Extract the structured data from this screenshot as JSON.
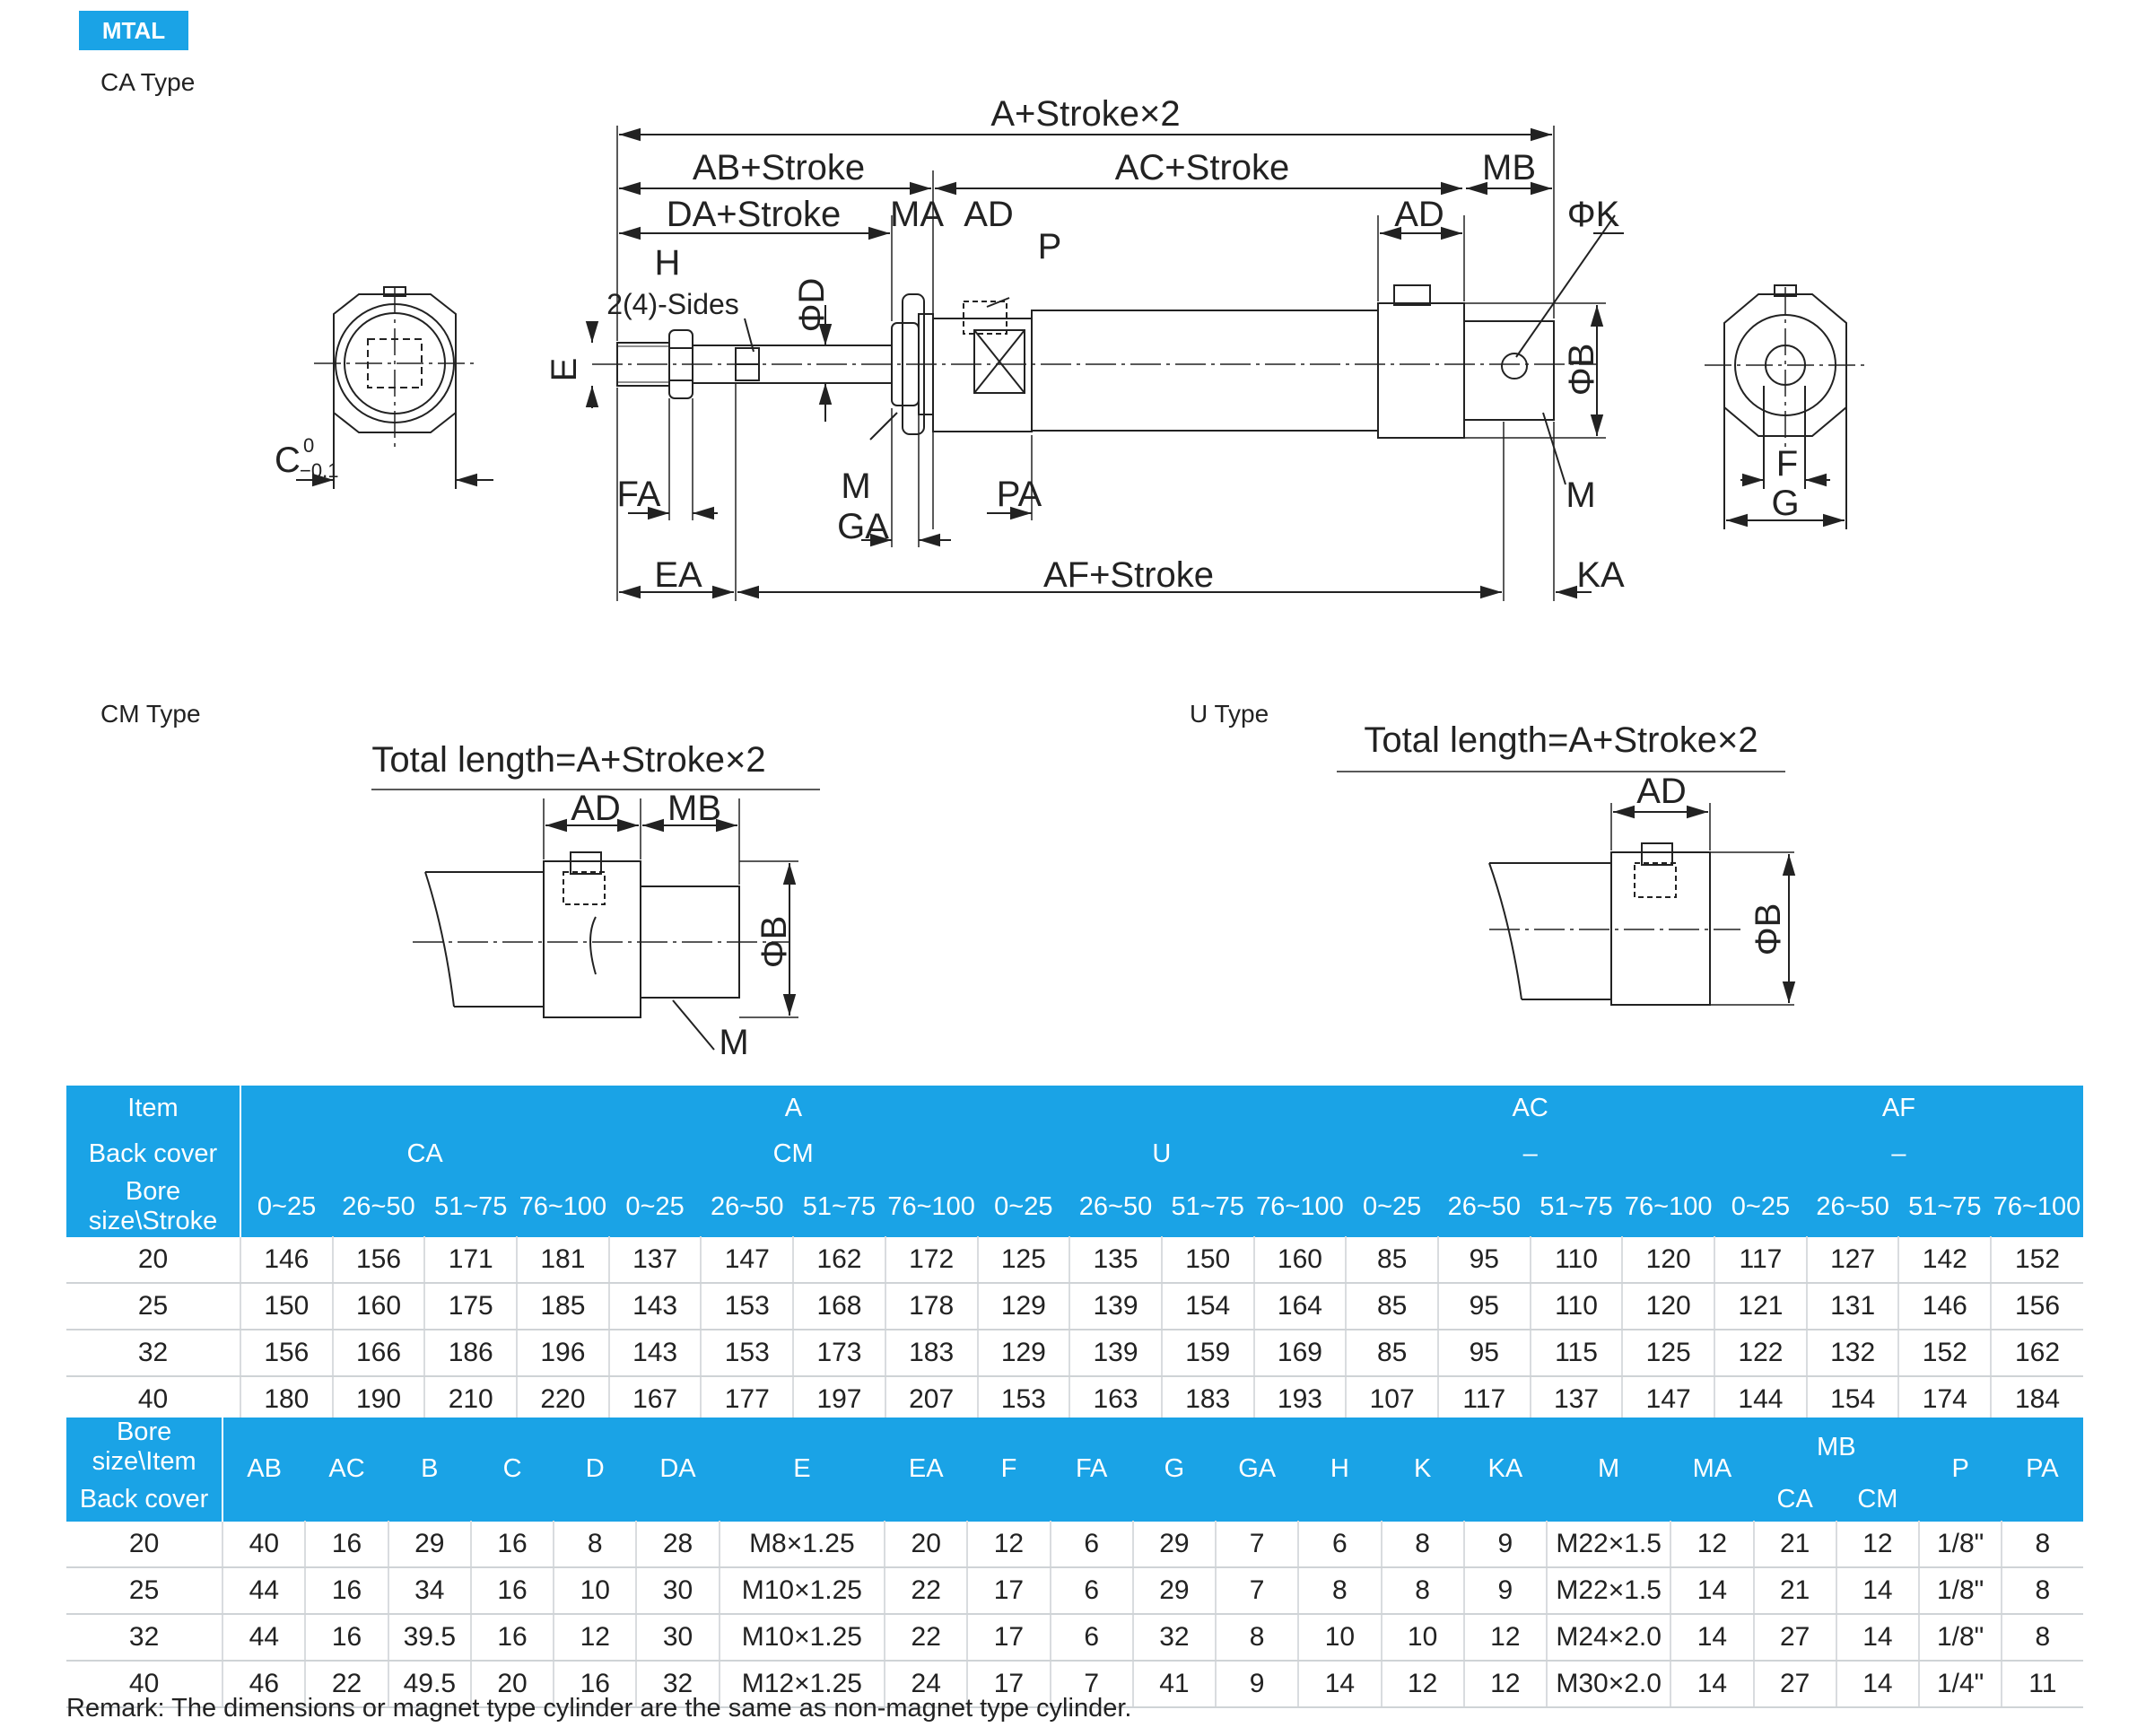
{
  "badge": "MTAL",
  "types": {
    "ca": "CA Type",
    "cm": "CM Type",
    "u": "U Type"
  },
  "ca_drawing": {
    "dims": {
      "a_stroke2": "A+Stroke×2",
      "ab_stroke": "AB+Stroke",
      "ac_stroke": "AC+Stroke",
      "mb": "MB",
      "da_stroke": "DA+Stroke",
      "ma": "MA",
      "ad_left": "AD",
      "ad_right": "AD",
      "phi_k": "ΦK",
      "h": "H",
      "sides": "2(4)-Sides",
      "phi_d": "ΦD",
      "p": "P",
      "e": "E",
      "phi_b": "ΦB",
      "c": "C",
      "c_tol_upper": "0",
      "c_tol_lower": "−0.1",
      "m_left": "M",
      "m_right": "M",
      "fa": "FA",
      "pa": "PA",
      "ga": "GA",
      "ea": "EA",
      "af_stroke": "AF+Stroke",
      "ka": "KA",
      "f": "F",
      "g": "G"
    }
  },
  "cm_drawing": {
    "total": "Total length=A+Stroke×2",
    "ad": "AD",
    "mb": "MB",
    "phi_b": "ΦB",
    "m": "M"
  },
  "u_drawing": {
    "total": "Total length=A+Stroke×2",
    "ad": "AD",
    "phi_b": "ΦB"
  },
  "table1": {
    "row_labels": [
      "Item",
      "Back cover",
      "Bore size\\Stroke"
    ],
    "groups": [
      "A",
      "AC",
      "AF"
    ],
    "covers": [
      "CA",
      "CM",
      "U",
      "–",
      "–"
    ],
    "strokes": [
      "0~25",
      "26~50",
      "51~75",
      "76~100"
    ],
    "rows": [
      {
        "bore": "20",
        "vals": [
          "146",
          "156",
          "171",
          "181",
          "137",
          "147",
          "162",
          "172",
          "125",
          "135",
          "150",
          "160",
          "85",
          "95",
          "110",
          "120",
          "117",
          "127",
          "142",
          "152"
        ]
      },
      {
        "bore": "25",
        "vals": [
          "150",
          "160",
          "175",
          "185",
          "143",
          "153",
          "168",
          "178",
          "129",
          "139",
          "154",
          "164",
          "85",
          "95",
          "110",
          "120",
          "121",
          "131",
          "146",
          "156"
        ]
      },
      {
        "bore": "32",
        "vals": [
          "156",
          "166",
          "186",
          "196",
          "143",
          "153",
          "173",
          "183",
          "129",
          "139",
          "159",
          "169",
          "85",
          "95",
          "115",
          "125",
          "122",
          "132",
          "152",
          "162"
        ]
      },
      {
        "bore": "40",
        "vals": [
          "180",
          "190",
          "210",
          "220",
          "167",
          "177",
          "197",
          "207",
          "153",
          "163",
          "183",
          "193",
          "107",
          "117",
          "137",
          "147",
          "144",
          "154",
          "174",
          "184"
        ]
      }
    ]
  },
  "table2": {
    "corner_top": "Bore size\\Item",
    "corner_bottom": "Back cover",
    "cols_a": [
      "AB",
      "AC",
      "B",
      "C",
      "D",
      "DA",
      "E",
      "EA",
      "F",
      "FA",
      "G",
      "GA",
      "H",
      "K",
      "KA",
      "M",
      "MA"
    ],
    "mb": "MB",
    "mb_sub": [
      "CA",
      "CM"
    ],
    "cols_b": [
      "P",
      "PA"
    ],
    "rows": [
      {
        "bore": "20",
        "vals": [
          "40",
          "16",
          "29",
          "16",
          "8",
          "28",
          "M8×1.25",
          "20",
          "12",
          "6",
          "29",
          "7",
          "6",
          "8",
          "9",
          "M22×1.5",
          "12",
          "21",
          "12",
          "1/8\"",
          "8"
        ]
      },
      {
        "bore": "25",
        "vals": [
          "44",
          "16",
          "34",
          "16",
          "10",
          "30",
          "M10×1.25",
          "22",
          "17",
          "6",
          "29",
          "7",
          "8",
          "8",
          "9",
          "M22×1.5",
          "14",
          "21",
          "14",
          "1/8\"",
          "8"
        ]
      },
      {
        "bore": "32",
        "vals": [
          "44",
          "16",
          "39.5",
          "16",
          "12",
          "30",
          "M10×1.25",
          "22",
          "17",
          "6",
          "32",
          "8",
          "10",
          "10",
          "12",
          "M24×2.0",
          "14",
          "27",
          "14",
          "1/8\"",
          "8"
        ]
      },
      {
        "bore": "40",
        "vals": [
          "46",
          "22",
          "49.5",
          "20",
          "16",
          "32",
          "M12×1.25",
          "24",
          "17",
          "7",
          "41",
          "9",
          "14",
          "12",
          "12",
          "M30×2.0",
          "14",
          "27",
          "14",
          "1/4\"",
          "11"
        ]
      }
    ]
  },
  "remark": "Remark: The dimensions or magnet type cylinder are the same as non-magnet type cylinder."
}
